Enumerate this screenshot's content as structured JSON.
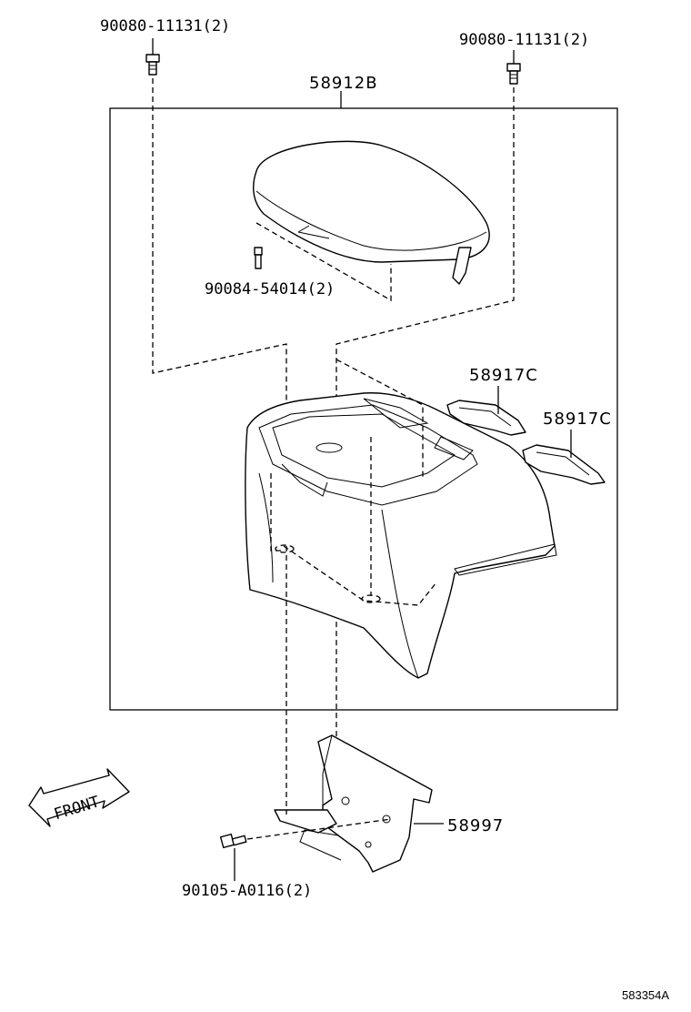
{
  "labels": {
    "bolt_top_left": "90080-11131(2)",
    "bolt_top_right": "90080-11131(2)",
    "assembly": "58912B",
    "clip": "90084-54014(2)",
    "mat_1": "58917C",
    "mat_2": "58917C",
    "bracket": "58997",
    "bolt_bottom": "90105-A0116(2)",
    "front_arrow": "FRONT",
    "diagram_id": "583354A"
  }
}
